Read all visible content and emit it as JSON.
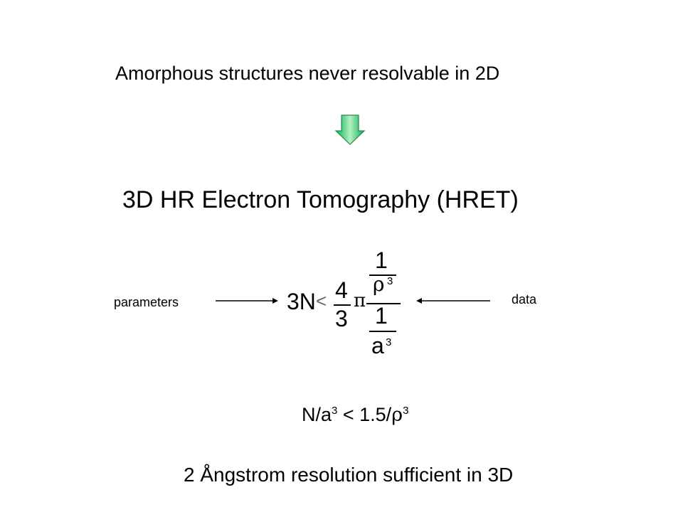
{
  "slide": {
    "heading": "Amorphous structures never resolvable in 2D",
    "main_title": "3D HR Electron Tomography (HRET)",
    "left_label": "parameters",
    "right_label": "data",
    "formula": {
      "lhs": "3N",
      "relation": "<",
      "coef_numerator": "4",
      "coef_denominator": "3",
      "pi": "π",
      "inner_top_numerator": "1",
      "inner_top_denominator": "ρ",
      "inner_top_exponent": "3",
      "inner_bottom_numerator": "1",
      "inner_bottom_denominator": "a",
      "inner_bottom_exponent": "3"
    },
    "inequality": {
      "part1": "N/a",
      "exp1": "3",
      "part2": " < 1.5/",
      "rho": "ρ",
      "exp2": "3"
    },
    "conclusion": "2 Ångstrom resolution sufficient in 3D"
  },
  "colors": {
    "arrow_fill": "#00b050",
    "arrow_gradient_light": "#92e8a8",
    "text": "#000000"
  },
  "icons": {
    "down_arrow": "block-down-arrow",
    "right_arrow": "line-arrow-right",
    "left_arrow": "line-arrow-left"
  }
}
